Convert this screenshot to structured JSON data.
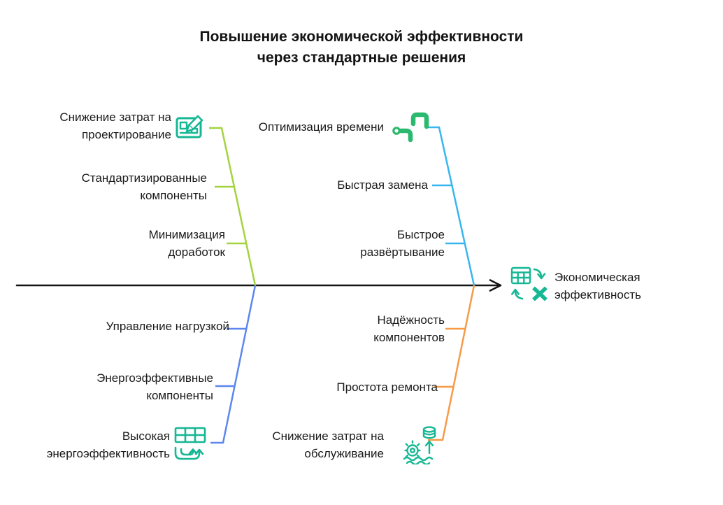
{
  "title": "Повышение экономической эффективности\nчерез стандартные решения",
  "effect": {
    "label": "Экономическая\nэффективность"
  },
  "branches": [
    {
      "name": "design-costs",
      "position": "top-left",
      "color": "#a3d43f",
      "label": "Снижение затрат на\nпроектирование",
      "icon": "blueprint-pencil-icon",
      "causes": [
        "Стандартизированные\nкомпоненты",
        "Минимизация\nдоработок"
      ]
    },
    {
      "name": "time-optimization",
      "position": "top-right",
      "color": "#38b6f0",
      "label": "Оптимизация времени",
      "icon": "workflow-pipes-icon",
      "causes": [
        "Быстрая замена",
        "Быстрое\nразвёртывание"
      ]
    },
    {
      "name": "energy-efficiency",
      "position": "bottom-left",
      "color": "#5d87ee",
      "label": "Высокая\nэнергоэффективность",
      "icon": "table-loop-arrows-icon",
      "causes": [
        "Управление нагрузкой",
        "Энергоэффективные\nкомпоненты"
      ]
    },
    {
      "name": "maintenance-costs",
      "position": "bottom-right",
      "color": "#f79a47",
      "label": "Снижение затрат на\nобслуживание",
      "icon": "gear-coins-waves-icon",
      "causes": [
        "Надёжность\nкомпонентов",
        "Простота ремонта"
      ]
    }
  ],
  "colors": {
    "spine": "#141414",
    "icon_teal": "#16b794",
    "icon_green": "#2ab96e"
  }
}
